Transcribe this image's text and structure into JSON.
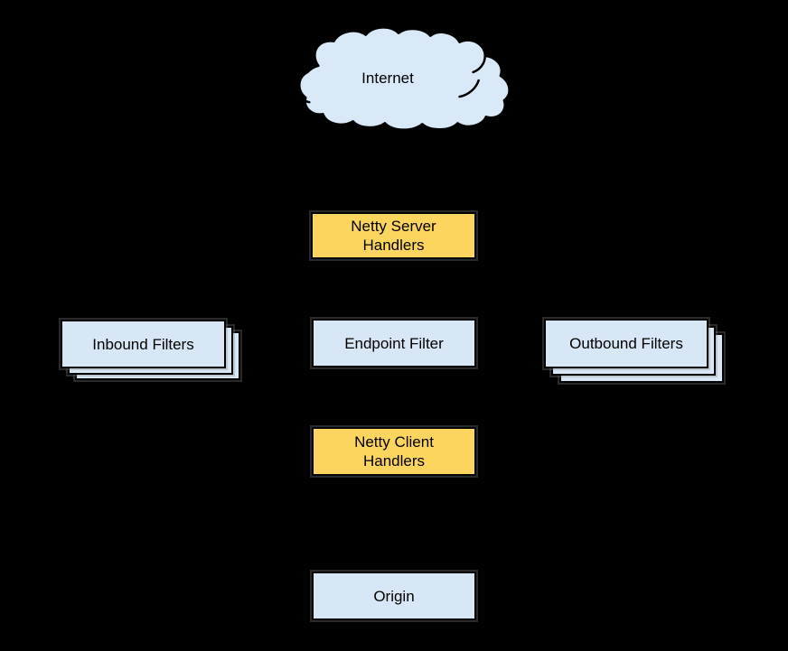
{
  "canvas": {
    "background": "#000000"
  },
  "palette": {
    "node_blue": "#d8e7f5",
    "node_yellow": "#fbd55e",
    "cloud_blue": "#d9e9f8",
    "shape_border": "#000000",
    "text": "#000000"
  },
  "nodes": {
    "internet": {
      "label": "Internet",
      "shape": "cloud"
    },
    "netty_server": {
      "lines": [
        "Netty Server",
        "Handlers"
      ],
      "shape": "box-yellow"
    },
    "inbound": {
      "label": "Inbound Filters",
      "shape": "box-blue-stacked"
    },
    "endpoint": {
      "label": "Endpoint Filter",
      "shape": "box-blue"
    },
    "outbound": {
      "label": "Outbound Filters",
      "shape": "box-blue-stacked"
    },
    "netty_client": {
      "lines": [
        "Netty Client",
        "Handlers"
      ],
      "shape": "box-yellow"
    },
    "origin": {
      "label": "Origin",
      "shape": "box-blue"
    }
  }
}
